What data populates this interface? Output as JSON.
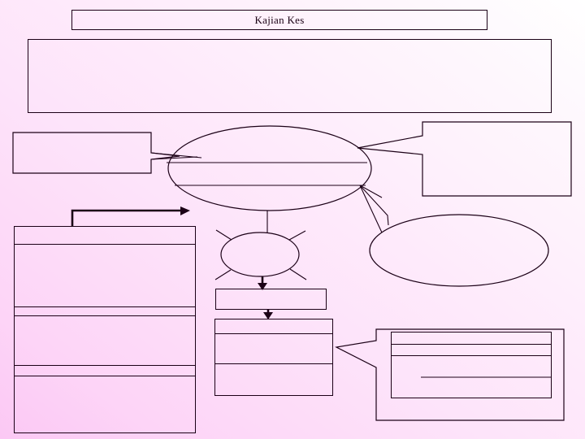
{
  "slide": {
    "title": "Kajian Kes",
    "background": {
      "gradient_from": "#fbc8f4",
      "gradient_to": "#ffffff",
      "direction": "bottom-left to top-right"
    },
    "line_color": "#1b0016"
  },
  "title_box": {
    "label": "Kajian Kes"
  },
  "banner_box": {
    "text": ""
  },
  "callout_left": {
    "text": ""
  },
  "center_ellipse": {
    "text": ""
  },
  "callout_right_rect": {
    "text": ""
  },
  "callout_right_oval": {
    "text": ""
  },
  "burst_ellipse": {
    "text": ""
  },
  "left_table": {
    "rows": [
      "",
      "",
      "",
      "",
      "",
      ""
    ]
  },
  "center_small_box": {
    "text": ""
  },
  "center_table": {
    "rows": [
      "",
      "",
      ""
    ]
  },
  "callout_bottom_right": {
    "inner_table": {
      "rows": [
        "",
        "",
        "",
        ""
      ]
    }
  }
}
